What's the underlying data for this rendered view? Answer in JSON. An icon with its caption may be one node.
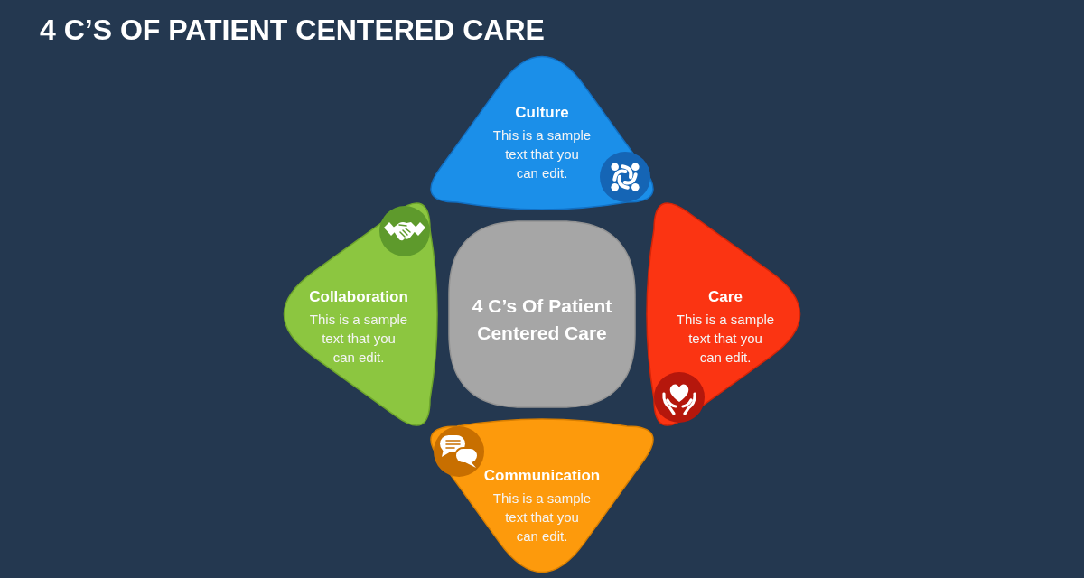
{
  "diagram": {
    "title": "4 C’S OF PATIENT CENTERED CARE",
    "nodes": [
      {
        "text": [
          "Culture",
          "This is a sample text that you can edit."
        ]
      },
      {
        "text": [
          "Collaboration",
          "This is a sample text that you can edit."
        ]
      },
      {
        "text": [
          "4 C’s Of Patient Centered Care"
        ]
      },
      {
        "text": [
          "Care",
          "This is a sample text that you can edit."
        ]
      },
      {
        "text": [
          "Communication",
          "This is a sample text that you can edit."
        ]
      }
    ]
  }
}
